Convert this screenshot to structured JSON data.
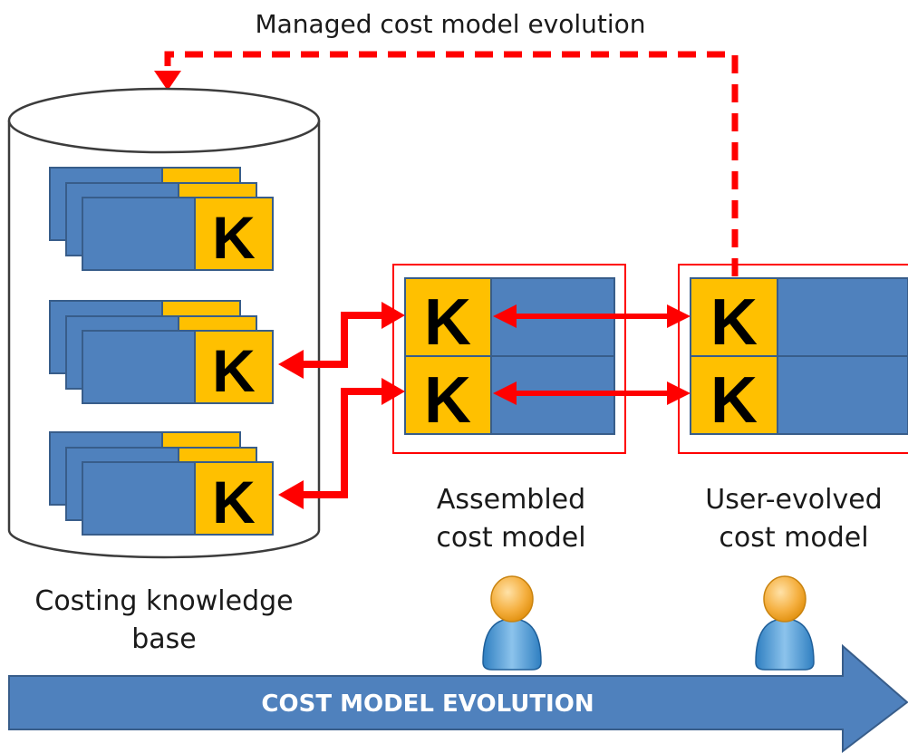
{
  "title": "Managed cost model evolution",
  "knowledge_base": {
    "label_line1": "Costing knowledge",
    "label_line2": "base",
    "card_letter": "K"
  },
  "assembled_model": {
    "label_line1": "Assembled",
    "label_line2": "cost model",
    "row_letter": "K"
  },
  "user_evolved_model": {
    "label_line1": "User-evolved",
    "label_line2": "cost model",
    "row_letter": "K"
  },
  "timeline": {
    "label": "COST MODEL EVOLUTION"
  },
  "colors": {
    "card_blue": "#4f81bd",
    "card_border": "#385d8a",
    "k_gold": "#ffc000",
    "arrow_red": "#ff0000",
    "timeline_blue": "#4f81bd"
  },
  "icons": [
    "database-cylinder-icon",
    "user-icon"
  ]
}
